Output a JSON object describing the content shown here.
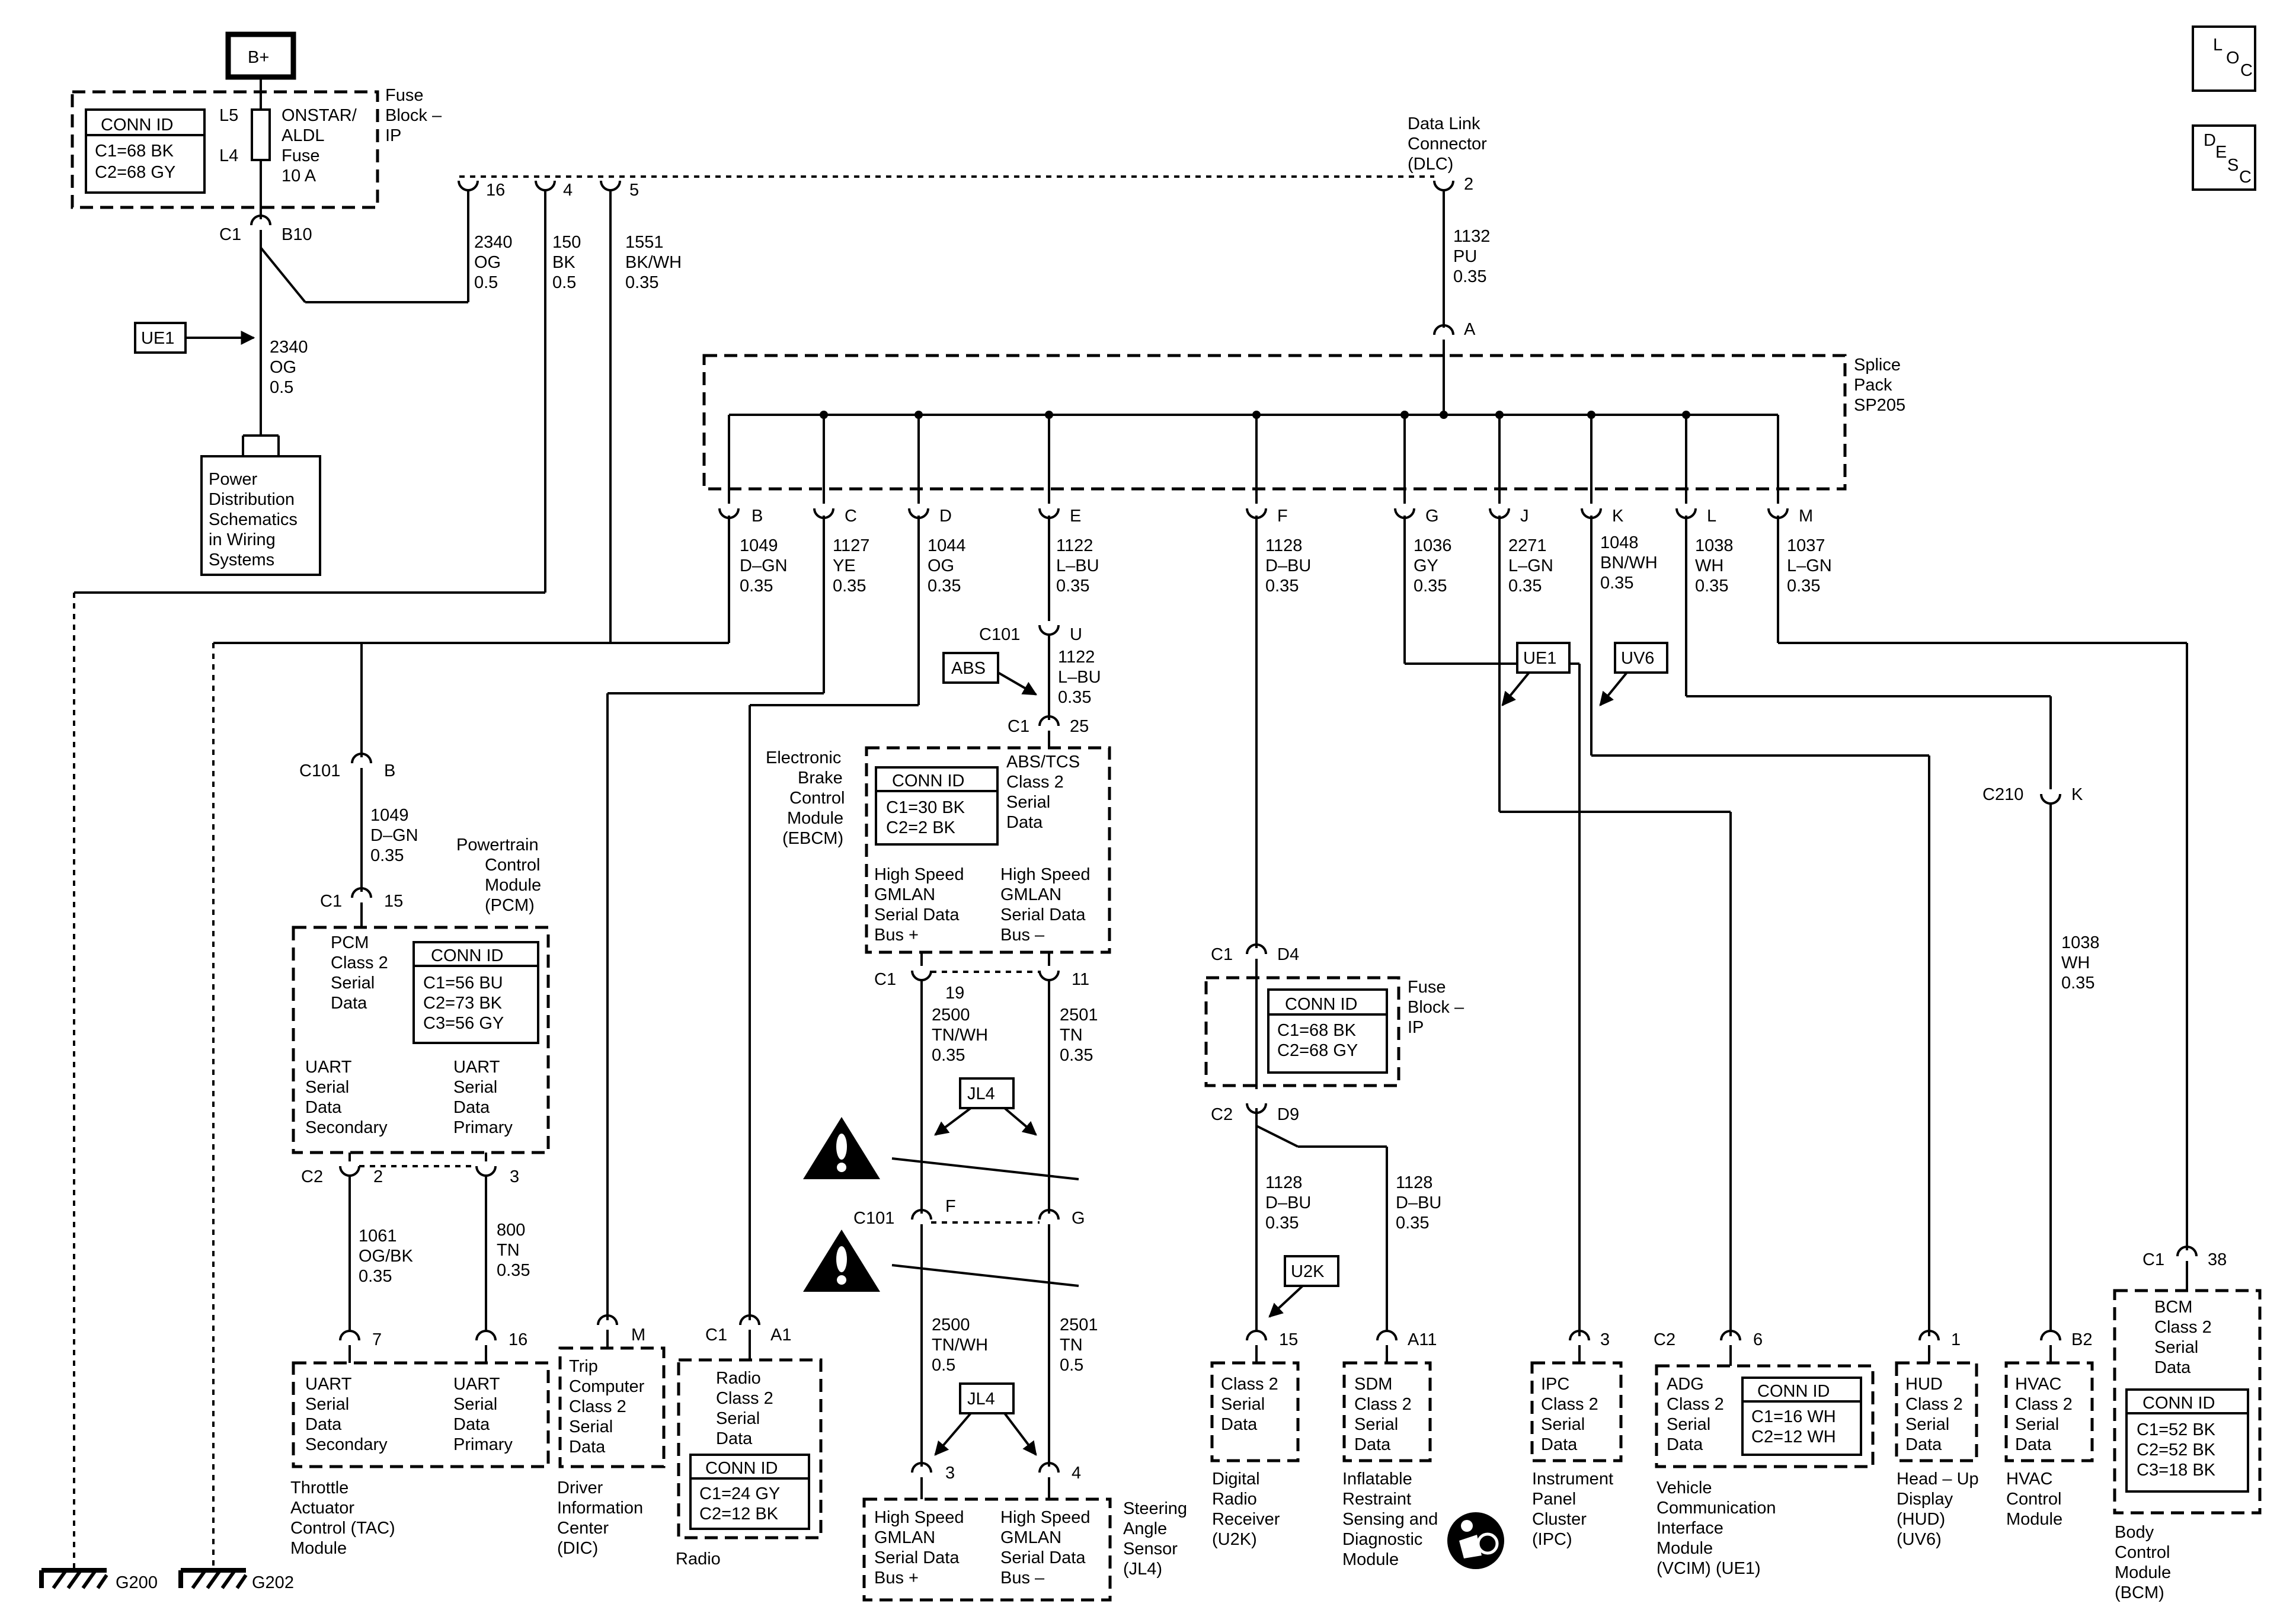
{
  "power": {
    "bplus": "B+",
    "l5": "L5",
    "l4": "L4",
    "fuse": [
      "ONSTAR/",
      "ALDL",
      "Fuse",
      "10 A"
    ],
    "fuse_block": [
      "Fuse",
      "Block –",
      "IP"
    ],
    "c1": "C1",
    "b10": "B10",
    "ue1": "UE1",
    "wire": [
      "2340",
      "OG",
      "0.5"
    ],
    "pd": [
      "Power",
      "Distribution",
      "Schematics",
      "in Wiring",
      "Systems"
    ]
  },
  "conn_ids": {
    "fuse_ip": [
      "CONN ID",
      "C1=68 BK",
      "C2=68 GY"
    ],
    "ebcm": [
      "CONN ID",
      "C1=30 BK",
      "C2=2 BK"
    ],
    "pcm": [
      "CONN ID",
      "C1=56 BU",
      "C2=73 BK",
      "C3=56 GY"
    ],
    "radio": [
      "CONN ID",
      "C1=24 GY",
      "C2=12 BK"
    ],
    "fuse_ip2": [
      "CONN ID",
      "C1=68 BK",
      "C2=68 GY"
    ],
    "vcim": [
      "CONN ID",
      "C1=16 WH",
      "C2=12 WH"
    ],
    "bcm": [
      "CONN ID",
      "C1=52 BK",
      "C2=52 BK",
      "C3=18 BK"
    ]
  },
  "dlc": {
    "label": [
      "Data Link",
      "Connector",
      "(DLC)"
    ],
    "pin2": "2",
    "pin16": "16",
    "pin4": "4",
    "pin5": "5",
    "w16": [
      "2340",
      "OG",
      "0.5"
    ],
    "w4": [
      "150",
      "BK",
      "0.5"
    ],
    "w5": [
      "1551",
      "BK/WH",
      "0.35"
    ],
    "wA": [
      "1132",
      "PU",
      "0.35"
    ],
    "pinA": "A"
  },
  "splice": {
    "label": [
      "Splice",
      "Pack",
      "SP205"
    ],
    "pins": [
      {
        "pin": "B",
        "wire": [
          "1049",
          "D–GN",
          "0.35"
        ]
      },
      {
        "pin": "C",
        "wire": [
          "1127",
          "YE",
          "0.35"
        ]
      },
      {
        "pin": "D",
        "wire": [
          "1044",
          "OG",
          "0.35"
        ]
      },
      {
        "pin": "E",
        "wire": [
          "1122",
          "L–BU",
          "0.35"
        ]
      },
      {
        "pin": "F",
        "wire": [
          "1128",
          "D–BU",
          "0.35"
        ]
      },
      {
        "pin": "G",
        "wire": [
          "1036",
          "GY",
          "0.35"
        ]
      },
      {
        "pin": "J",
        "wire": [
          "2271",
          "L–GN",
          "0.35"
        ]
      },
      {
        "pin": "K",
        "wire": [
          "1048",
          "BN/WH",
          "0.35"
        ]
      },
      {
        "pin": "L",
        "wire": [
          "1038",
          "WH",
          "0.35"
        ]
      },
      {
        "pin": "M",
        "wire": [
          "1037",
          "L–GN",
          "0.35"
        ]
      }
    ]
  },
  "pcm": {
    "c101": "C101",
    "b": "B",
    "wire": [
      "1049",
      "D–GN",
      "0.35"
    ],
    "c1": "C1",
    "pin15": "15",
    "name": [
      "Powertrain",
      "Control",
      "Module",
      "(PCM)"
    ],
    "class2": [
      "PCM",
      "Class 2",
      "Serial",
      "Data"
    ],
    "uart_sec": [
      "UART",
      "Serial",
      "Data",
      "Secondary"
    ],
    "uart_pri": [
      "UART",
      "Serial",
      "Data",
      "Primary"
    ],
    "c2": "C2",
    "pin2": "2",
    "pin3": "3",
    "w2": [
      "1061",
      "OG/BK",
      "0.35"
    ],
    "w3": [
      "800",
      "TN",
      "0.35"
    ]
  },
  "tac": {
    "pin7": "7",
    "pin16": "16",
    "sec": [
      "UART",
      "Serial",
      "Data",
      "Secondary"
    ],
    "pri": [
      "UART",
      "Serial",
      "Data",
      "Primary"
    ],
    "name": [
      "Throttle",
      "Actuator",
      "Control (TAC)",
      "Module"
    ]
  },
  "dic": {
    "pin": "M",
    "box": [
      "Trip",
      "Computer",
      "Class 2",
      "Serial",
      "Data"
    ],
    "name": [
      "Driver",
      "Information",
      "Center",
      "(DIC)"
    ]
  },
  "radio": {
    "c1": "C1",
    "pin": "A1",
    "box": [
      "Radio",
      "Class 2",
      "Serial",
      "Data"
    ],
    "name": "Radio"
  },
  "ebcm": {
    "c101": "C101",
    "u": "U",
    "wire": [
      "1122",
      "L–BU",
      "0.35"
    ],
    "abs": "ABS",
    "c1": "C1",
    "pin25": "25",
    "name": [
      "Electronic",
      "Brake",
      "Control",
      "Module",
      "(EBCM)"
    ],
    "class2": [
      "ABS/TCS",
      "Class 2",
      "Serial",
      "Data"
    ],
    "hs_plus": [
      "High Speed",
      "GMLAN",
      "Serial Data",
      "Bus +"
    ],
    "hs_minus": [
      "High Speed",
      "GMLAN",
      "Serial Data",
      "Bus –"
    ],
    "pin19": "19",
    "pin11": "11",
    "w19": [
      "2500",
      "TN/WH",
      "0.35"
    ],
    "w11": [
      "2501",
      "TN",
      "0.35"
    ],
    "jl4": "JL4",
    "c101b": "C101",
    "f": "F",
    "g": "G",
    "w3": [
      "2500",
      "TN/WH",
      "0.5"
    ],
    "w4": [
      "2501",
      "TN",
      "0.5"
    ],
    "jl4b": "JL4",
    "pin3": "3",
    "pin4": "4"
  },
  "sas": {
    "plus": [
      "High Speed",
      "GMLAN",
      "Serial Data",
      "Bus +"
    ],
    "minus": [
      "High Speed",
      "GMLAN",
      "Serial Data",
      "Bus –"
    ],
    "name": [
      "Steering",
      "Angle",
      "Sensor",
      "(JL4)"
    ]
  },
  "fuse2": {
    "c1": "C1",
    "d4": "D4",
    "label": [
      "Fuse",
      "Block –",
      "IP"
    ],
    "c2": "C2",
    "d9": "D9",
    "wa": [
      "1128",
      "D–BU",
      "0.35"
    ],
    "wb": [
      "1128",
      "D–BU",
      "0.35"
    ],
    "u2k": "U2K"
  },
  "radio_rx": {
    "pin": "15",
    "box": [
      "Class 2",
      "Serial",
      "Data"
    ],
    "name": [
      "Digital",
      "Radio",
      "Receiver",
      "(U2K)"
    ]
  },
  "sdm": {
    "pin": "A11",
    "box": [
      "SDM",
      "Class 2",
      "Serial",
      "Data"
    ],
    "name": [
      "Inflatable",
      "Restraint",
      "Sensing and",
      "Diagnostic",
      "Module"
    ]
  },
  "ipc": {
    "pin": "3",
    "box": [
      "IPC",
      "Class 2",
      "Serial",
      "Data"
    ],
    "name": [
      "Instrument",
      "Panel",
      "Cluster",
      "(IPC)"
    ]
  },
  "vcim": {
    "c2": "C2",
    "pin": "6",
    "ue1": "UE1",
    "box": [
      "ADG",
      "Class 2",
      "Serial",
      "Data"
    ],
    "name": [
      "Vehicle",
      "Communication",
      "Interface",
      "Module",
      "(VCIM) (UE1)"
    ]
  },
  "hud": {
    "pin": "1",
    "uv6": "UV6",
    "box": [
      "HUD",
      "Class 2",
      "Serial",
      "Data"
    ],
    "name": [
      "Head – Up",
      "Display",
      "(HUD)",
      "(UV6)"
    ]
  },
  "hvac": {
    "c210": "C210",
    "k": "K",
    "wire": [
      "1038",
      "WH",
      "0.35"
    ],
    "pin": "B2",
    "box": [
      "HVAC",
      "Class 2",
      "Serial",
      "Data"
    ],
    "name": [
      "HVAC",
      "Control",
      "Module"
    ]
  },
  "bcm": {
    "c1": "C1",
    "pin": "38",
    "box": [
      "BCM",
      "Class 2",
      "Serial",
      "Data"
    ],
    "name": [
      "Body",
      "Control",
      "Module",
      "(BCM)"
    ]
  },
  "grounds": {
    "g200": "G200",
    "g202": "G202"
  },
  "corner": {
    "loc": [
      "L",
      "O",
      "C"
    ],
    "desc": [
      "D",
      "E",
      "S",
      "C"
    ]
  }
}
